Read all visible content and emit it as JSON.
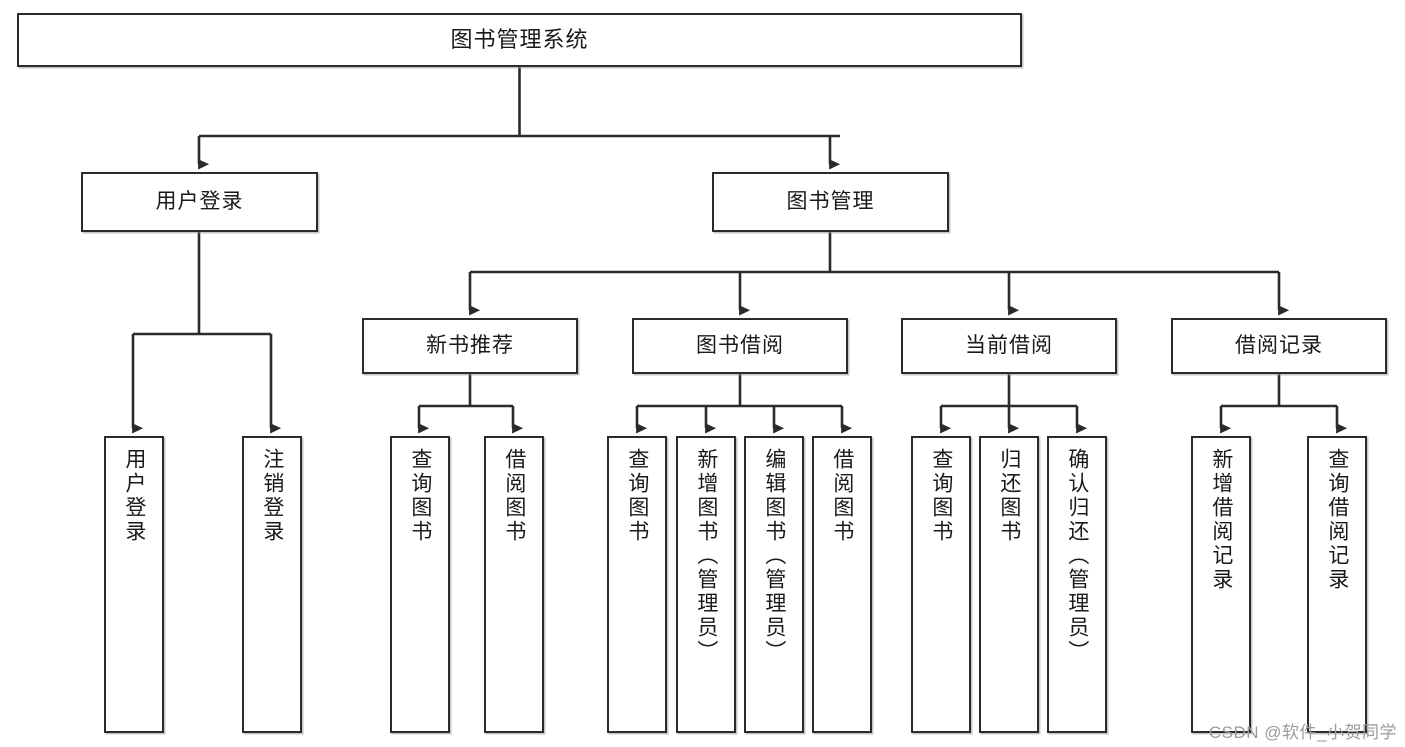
{
  "diagram": {
    "type": "tree-hierarchy-chart",
    "title": "图书管理系统",
    "orientation": "top-down",
    "levels": 4,
    "line_color": "#2b2b2b",
    "box_fill": "#ffffff",
    "text_color": "#1a1a1a"
  },
  "nodes": {
    "root": {
      "label": "图书管理系统",
      "level": 1
    },
    "level2": [
      {
        "id": "user-login",
        "label": "用户登录"
      },
      {
        "id": "book-management",
        "label": "图书管理"
      }
    ],
    "level3": [
      {
        "id": "new-book-recommend",
        "label": "新书推荐",
        "parent": "book-management"
      },
      {
        "id": "book-borrow",
        "label": "图书借阅",
        "parent": "book-management"
      },
      {
        "id": "current-borrow",
        "label": "当前借阅",
        "parent": "book-management"
      },
      {
        "id": "borrow-record",
        "label": "借阅记录",
        "parent": "book-management"
      }
    ],
    "leaves": {
      "user_login": [
        {
          "id": "leaf-user-login",
          "label": "用户登录"
        },
        {
          "id": "leaf-user-logout",
          "label": "注销登录"
        }
      ],
      "new_book_recommend": [
        {
          "id": "leaf-query-book-1",
          "label": "查询图书"
        },
        {
          "id": "leaf-borrow-book-1",
          "label": "借阅图书"
        }
      ],
      "book_borrow": [
        {
          "id": "leaf-query-book-2",
          "label": "查询图书"
        },
        {
          "id": "leaf-add-book",
          "label": "新增图书（管理员）"
        },
        {
          "id": "leaf-edit-book",
          "label": "编辑图书（管理员）"
        },
        {
          "id": "leaf-borrow-book-2",
          "label": "借阅图书"
        }
      ],
      "current_borrow": [
        {
          "id": "leaf-query-book-3",
          "label": "查询图书"
        },
        {
          "id": "leaf-return-book",
          "label": "归还图书"
        },
        {
          "id": "leaf-confirm-return",
          "label": "确认归还（管理员）"
        }
      ],
      "borrow_record": [
        {
          "id": "leaf-add-record",
          "label": "新增借阅记录"
        },
        {
          "id": "leaf-query-record",
          "label": "查询借阅记录"
        }
      ]
    }
  },
  "watermark": {
    "text": "CSDN @软件_小贺同学"
  }
}
